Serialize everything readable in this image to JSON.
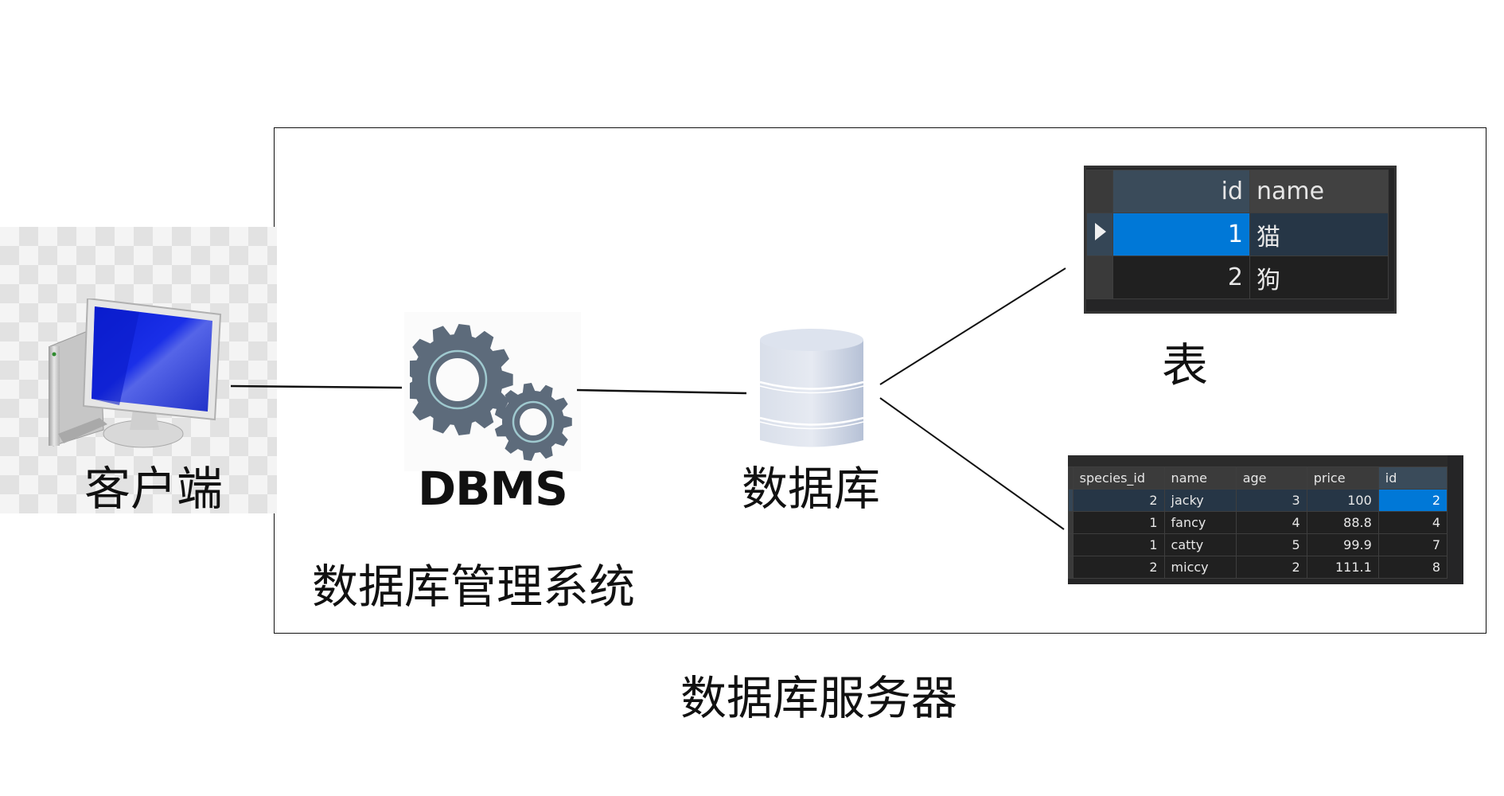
{
  "diagram": {
    "client_label": "客户端",
    "dbms_label": "DBMS",
    "dbms_full_label": "数据库管理系统",
    "database_label": "数据库",
    "table_label": "表",
    "server_label": "数据库服务器"
  },
  "small_table": {
    "columns": [
      "id",
      "name"
    ],
    "rows": [
      {
        "id": "1",
        "name": "猫",
        "selected": true
      },
      {
        "id": "2",
        "name": "狗",
        "selected": false
      }
    ]
  },
  "large_table": {
    "columns": [
      "species_id",
      "name",
      "age",
      "price",
      "id"
    ],
    "rows": [
      {
        "species_id": "2",
        "name": "jacky",
        "age": "3",
        "price": "100",
        "id": "2"
      },
      {
        "species_id": "1",
        "name": "fancy",
        "age": "4",
        "price": "88.8",
        "id": "4"
      },
      {
        "species_id": "1",
        "name": "catty",
        "age": "5",
        "price": "99.9",
        "id": "7"
      },
      {
        "species_id": "2",
        "name": "miccy",
        "age": "2",
        "price": "111.1",
        "id": "8"
      }
    ]
  },
  "colors": {
    "selection": "#0078d7",
    "grid_background": "#252526",
    "gear": "#5d6b7b",
    "monitor_screen": "#1a2bd8"
  }
}
